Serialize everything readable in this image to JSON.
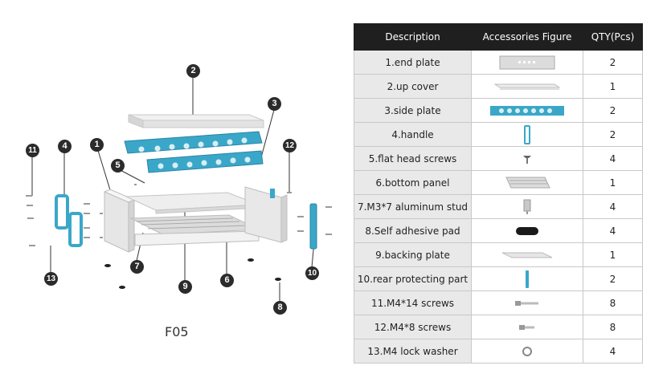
{
  "model": "F05",
  "callouts": [
    "1",
    "2",
    "3",
    "4",
    "5",
    "6",
    "7",
    "8",
    "9",
    "10",
    "11",
    "12",
    "13"
  ],
  "table": {
    "headers": [
      "Description",
      "Accessories Figure",
      "QTY(Pcs)"
    ],
    "rows": [
      {
        "desc": "1.end plate",
        "icon": "end-plate-icon",
        "qty": "2"
      },
      {
        "desc": "2.up cover",
        "icon": "up-cover-icon",
        "qty": "1"
      },
      {
        "desc": "3.side plate",
        "icon": "side-plate-icon",
        "qty": "2"
      },
      {
        "desc": "4.handle",
        "icon": "handle-icon",
        "qty": "2"
      },
      {
        "desc": "5.flat head screws",
        "icon": "flat-head-screw-icon",
        "qty": "4"
      },
      {
        "desc": "6.bottom panel",
        "icon": "bottom-panel-icon",
        "qty": "1"
      },
      {
        "desc": "7.M3*7 aluminum stud",
        "icon": "aluminum-stud-icon",
        "qty": "4"
      },
      {
        "desc": "8.Self adhesive pad",
        "icon": "adhesive-pad-icon",
        "qty": "4"
      },
      {
        "desc": "9.backing plate",
        "icon": "backing-plate-icon",
        "qty": "1"
      },
      {
        "desc": "10.rear protecting part",
        "icon": "rear-protecting-part-icon",
        "qty": "2"
      },
      {
        "desc": "11.M4*14 screws",
        "icon": "m4x14-screw-icon",
        "qty": "8"
      },
      {
        "desc": "12.M4*8 screws",
        "icon": "m4x8-screw-icon",
        "qty": "8"
      },
      {
        "desc": "13.M4 lock washer",
        "icon": "lock-washer-icon",
        "qty": "4"
      }
    ]
  },
  "colors": {
    "accent_blue": "#3aa7c9",
    "header_bg": "#1f1f1f",
    "desc_bg": "#e9e9e9",
    "callout_bg": "#2b2b2b"
  }
}
